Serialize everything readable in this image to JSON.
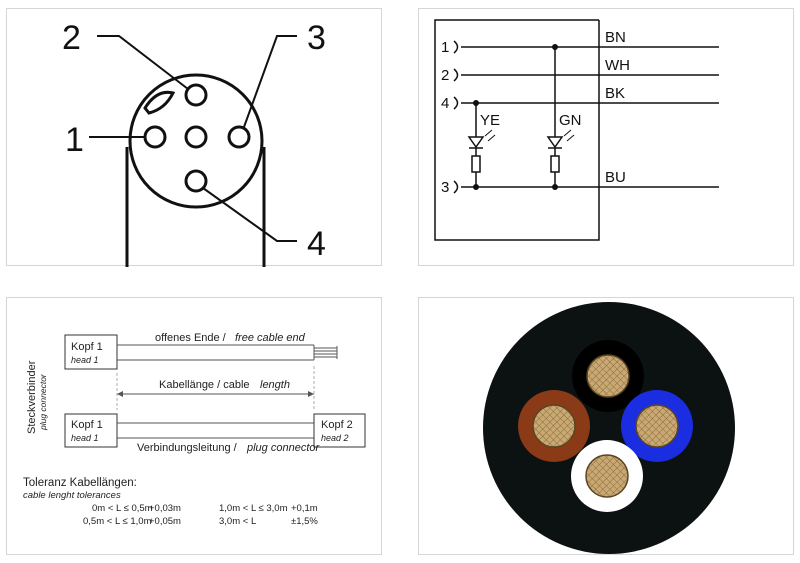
{
  "pinout": {
    "pins": [
      "2",
      "3",
      "1",
      "4"
    ]
  },
  "schematic": {
    "pins": [
      "1",
      "2",
      "4",
      "3"
    ],
    "wires": [
      "BN",
      "WH",
      "BK",
      "BU"
    ],
    "leds": [
      "YE",
      "GN"
    ]
  },
  "cable_drawing": {
    "side_label": "Steckverbinder",
    "side_label_en": "plug connector",
    "head1": "Kopf 1",
    "head1_en": "head 1",
    "head2": "Kopf 2",
    "head2_en": "head 2",
    "free_end": "offenes Ende /",
    "free_end_en": "free cable end",
    "length": "Kabellänge / cable",
    "length_en": "length",
    "connector": "Verbindungsleitung /",
    "connector_en": "plug connector",
    "tolerance_title": "Toleranz Kabellängen:",
    "tolerance_sub": "cable lenght tolerances",
    "tolerances": [
      {
        "range": "0m < L ≤ 0,5m",
        "tol": "+0,03m"
      },
      {
        "range": "0,5m < L ≤ 1,0m",
        "tol": "+0,05m"
      },
      {
        "range": "1,0m < L ≤ 3,0m",
        "tol": "+0,1m"
      },
      {
        "range": "3,0m < L",
        "tol": "±1,5%"
      }
    ]
  },
  "cross_section": {
    "colors": {
      "jacket": "#0c1112",
      "brown": "#8a3a16",
      "black": "#000000",
      "blue": "#1b2de0",
      "white": "#ffffff",
      "copper": "#c9a873"
    }
  }
}
